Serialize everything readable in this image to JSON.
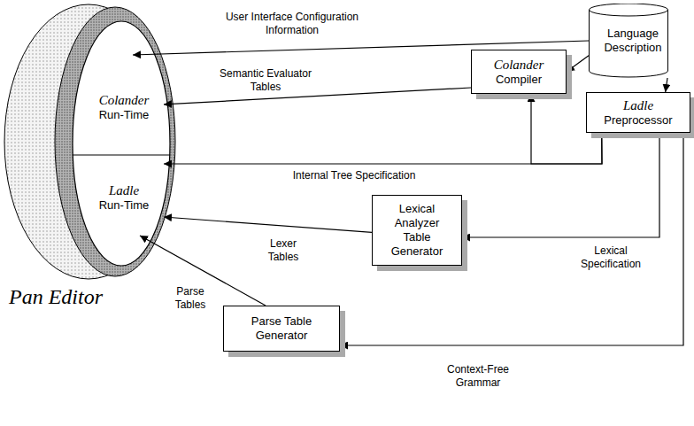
{
  "diagram": {
    "nodes": [
      {
        "text": [
          "Pan Editor"
        ]
      },
      {
        "text": [
          "Colander Run-Time"
        ],
        "in": 0
      },
      {
        "text": [
          "Ladle Run-Time"
        ],
        "in": 0
      },
      {
        "text": [
          "Language Description"
        ]
      },
      {
        "text": [
          "Colander Compiler"
        ]
      },
      {
        "text": [
          "Ladle Preprocessor"
        ]
      },
      {
        "text": [
          "Lexical Analyzer Table Generator"
        ]
      },
      {
        "text": [
          "Parse Table Generator"
        ]
      }
    ],
    "edges": [
      {
        "from": 3,
        "to": 0,
        "arrow": "to",
        "label": "User Interface Configuration Information"
      },
      {
        "from": 3,
        "to": 4,
        "arrow": "to"
      },
      {
        "from": 3,
        "to": 5,
        "arrow": "to"
      },
      {
        "from": 4,
        "to": 1,
        "arrow": "to",
        "label": "Semantic Evaluator Tables"
      },
      {
        "from": 5,
        "to": 2,
        "arrow": "to",
        "label": "Internal Tree Specification"
      },
      {
        "from": 5,
        "to": 4,
        "arrow": "to"
      },
      {
        "from": 6,
        "to": 2,
        "arrow": "to",
        "label": "Lexer Tables"
      },
      {
        "from": 5,
        "to": 6,
        "arrow": "to",
        "label": "Lexical Specification"
      },
      {
        "from": 7,
        "to": 2,
        "arrow": "to",
        "label": "Parse Tables"
      },
      {
        "from": 5,
        "to": 7,
        "arrow": "to",
        "label": "Context-Free Grammar"
      }
    ]
  }
}
